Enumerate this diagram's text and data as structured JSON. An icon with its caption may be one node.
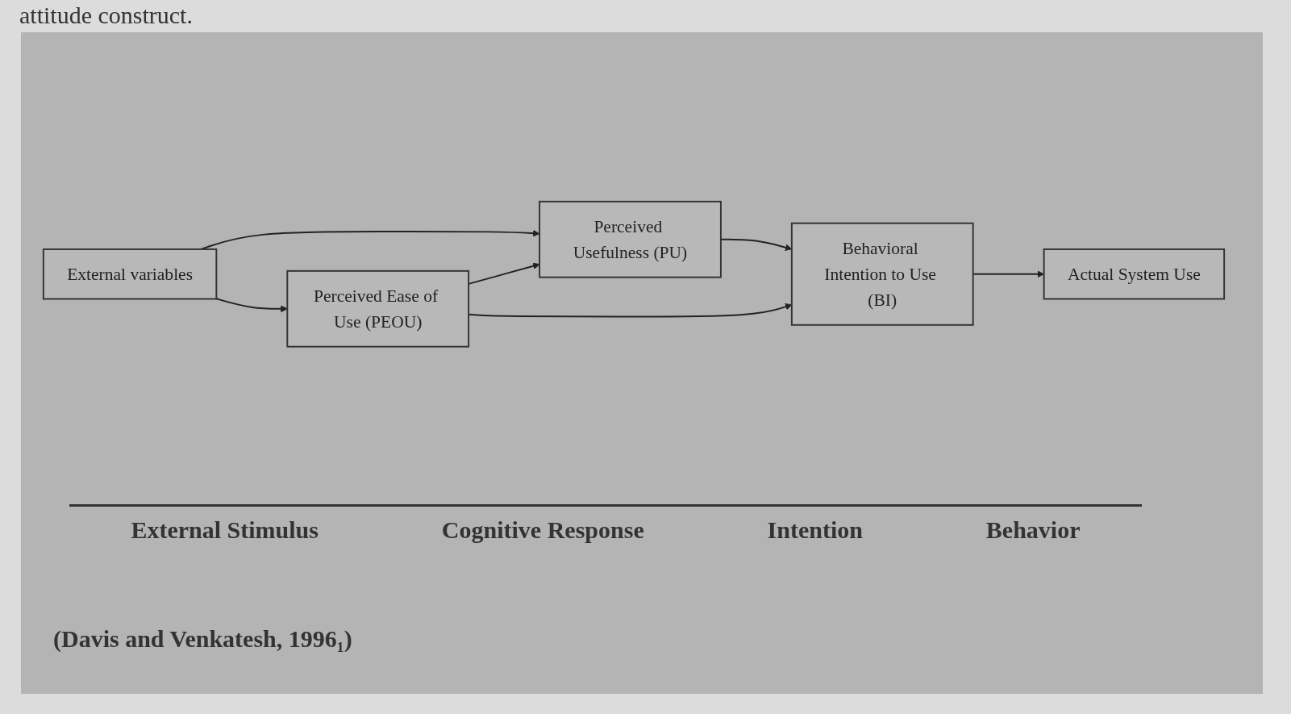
{
  "diagram": {
    "caption": "(Davis and Venkatesh, 1996₁)",
    "nodes": [
      {
        "text": [
          "External variables"
        ]
      },
      {
        "text": [
          "Perceived Usefulness (PU)"
        ]
      },
      {
        "text": [
          "Perceived Ease of Use (PEOU)"
        ]
      },
      {
        "text": [
          "Behavioral Intention to Use (BI)"
        ]
      },
      {
        "text": [
          "Actual System Use"
        ]
      }
    ],
    "edges": [
      {
        "from": 0,
        "to": 1,
        "arrow": "to"
      },
      {
        "from": 0,
        "to": 2,
        "arrow": "to"
      },
      {
        "from": 2,
        "to": 1,
        "arrow": "to"
      },
      {
        "from": 1,
        "to": 3,
        "arrow": "to"
      },
      {
        "from": 2,
        "to": 3,
        "arrow": "to"
      },
      {
        "from": 3,
        "to": 4,
        "arrow": "to"
      }
    ],
    "labels": [
      "attitude construct.",
      "External Stimulus",
      "Cognitive Response",
      "Intention",
      "Behavior"
    ]
  }
}
